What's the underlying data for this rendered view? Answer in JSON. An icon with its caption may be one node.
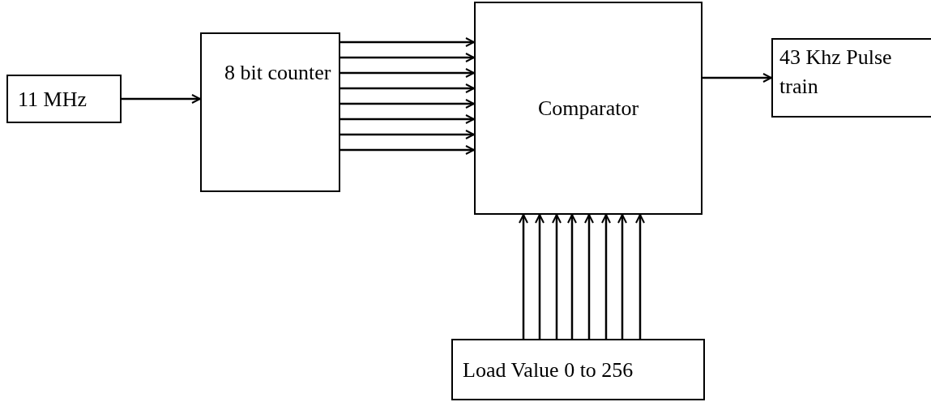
{
  "diagram": {
    "nodes": [
      {
        "text": [
          "11 MHz"
        ]
      },
      {
        "text": [
          "8 bit counter"
        ]
      },
      {
        "text": [
          "Comparator"
        ]
      },
      {
        "text": [
          "43 Khz Pulse train"
        ]
      },
      {
        "text": [
          "Load Value 0 to 256"
        ]
      }
    ],
    "edges": [
      {
        "from": 0,
        "to": 1,
        "arrow": "to"
      },
      {
        "from": 1,
        "to": 2,
        "arrow": "to"
      },
      {
        "from": 1,
        "to": 2,
        "arrow": "to"
      },
      {
        "from": 1,
        "to": 2,
        "arrow": "to"
      },
      {
        "from": 1,
        "to": 2,
        "arrow": "to"
      },
      {
        "from": 1,
        "to": 2,
        "arrow": "to"
      },
      {
        "from": 1,
        "to": 2,
        "arrow": "to"
      },
      {
        "from": 1,
        "to": 2,
        "arrow": "to"
      },
      {
        "from": 1,
        "to": 2,
        "arrow": "to"
      },
      {
        "from": 4,
        "to": 2,
        "arrow": "to"
      },
      {
        "from": 4,
        "to": 2,
        "arrow": "to"
      },
      {
        "from": 4,
        "to": 2,
        "arrow": "to"
      },
      {
        "from": 4,
        "to": 2,
        "arrow": "to"
      },
      {
        "from": 4,
        "to": 2,
        "arrow": "to"
      },
      {
        "from": 4,
        "to": 2,
        "arrow": "to"
      },
      {
        "from": 4,
        "to": 2,
        "arrow": "to"
      },
      {
        "from": 4,
        "to": 2,
        "arrow": "to"
      },
      {
        "from": 2,
        "to": 3,
        "arrow": "to"
      }
    ]
  }
}
